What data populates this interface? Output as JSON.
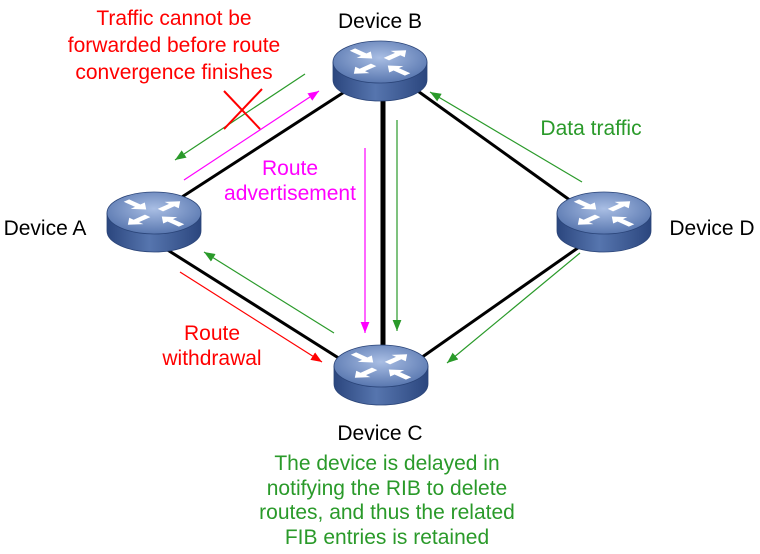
{
  "devices": {
    "a": {
      "label": "Device A",
      "icon": "router-icon"
    },
    "b": {
      "label": "Device B",
      "icon": "router-icon"
    },
    "c": {
      "label": "Device C",
      "icon": "router-icon"
    },
    "d": {
      "label": "Device D",
      "icon": "router-icon"
    }
  },
  "annotations": {
    "traffic_blocked": [
      "Traffic cannot be",
      "forwarded before route",
      "convergence finishes"
    ],
    "route_advertisement": [
      "Route",
      "advertisement"
    ],
    "data_traffic": [
      "Data traffic"
    ],
    "route_withdrawal": [
      "Route",
      "withdrawal"
    ],
    "fib_retained": [
      "The device is delayed in",
      "notifying the RIB to delete",
      "routes, and thus the related",
      "FIB entries is retained"
    ]
  },
  "icons": {
    "blocked": "cross-icon",
    "flow": "arrow-icon"
  },
  "colors": {
    "background": "#ffffff",
    "link": "#000000",
    "device_label": "#000000",
    "data_traffic": "#2a9a2a",
    "route_advertisement": "#ff00ff",
    "route_withdrawal": "#ff0000",
    "blocked": "#ff0000",
    "router_top_light": "#a9bee4",
    "router_top_dark": "#5271ab",
    "router_body_light": "#5675ae",
    "router_body_dark": "#2b467e",
    "router_outline": "#2a4478",
    "router_arrow": "#ffffff"
  }
}
